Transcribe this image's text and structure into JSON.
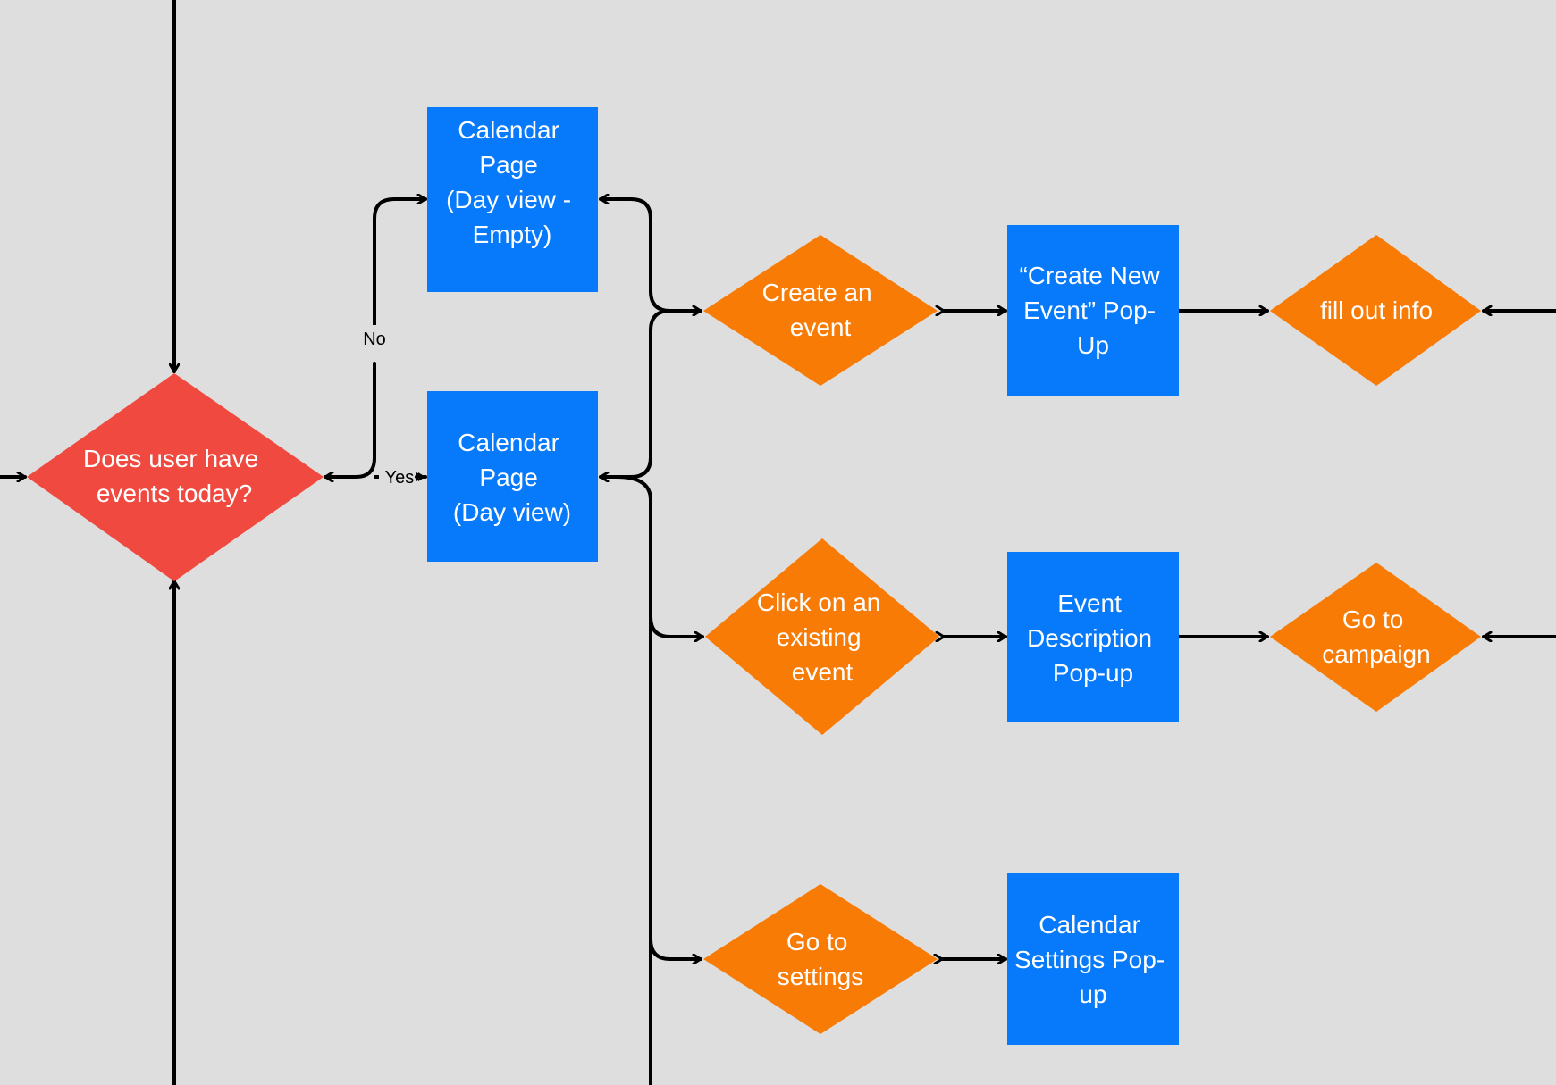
{
  "colors": {
    "background": "#dedede",
    "decision_red": "#f04a40",
    "decision_orange": "#f77b05",
    "page_blue": "#0779fb",
    "text": "#ffffff",
    "line": "#000000"
  },
  "nodes": {
    "decision_events_today": {
      "lines": [
        "Does user have",
        "events today?"
      ]
    },
    "calendar_empty": {
      "lines": [
        "Calendar",
        "Page",
        "(Day view -",
        "Empty)"
      ]
    },
    "calendar_day": {
      "lines": [
        "Calendar",
        "Page",
        "(Day view)"
      ]
    },
    "create_event": {
      "lines": [
        "Create an",
        "event"
      ]
    },
    "create_popup": {
      "lines": [
        "“Create New",
        "Event” Pop-",
        "Up"
      ]
    },
    "fill_info": {
      "lines": [
        "fill out info"
      ]
    },
    "click_event": {
      "lines": [
        "Click on an",
        "existing",
        "event"
      ]
    },
    "event_desc_popup": {
      "lines": [
        "Event",
        "Description",
        "Pop-up"
      ]
    },
    "go_campaign": {
      "lines": [
        "Go to",
        "campaign"
      ]
    },
    "go_settings": {
      "lines": [
        "Go to",
        "settings"
      ]
    },
    "settings_popup": {
      "lines": [
        "Calendar",
        "Settings Pop-",
        "up"
      ]
    }
  },
  "edge_labels": {
    "no": "No",
    "yes": "Yes"
  }
}
